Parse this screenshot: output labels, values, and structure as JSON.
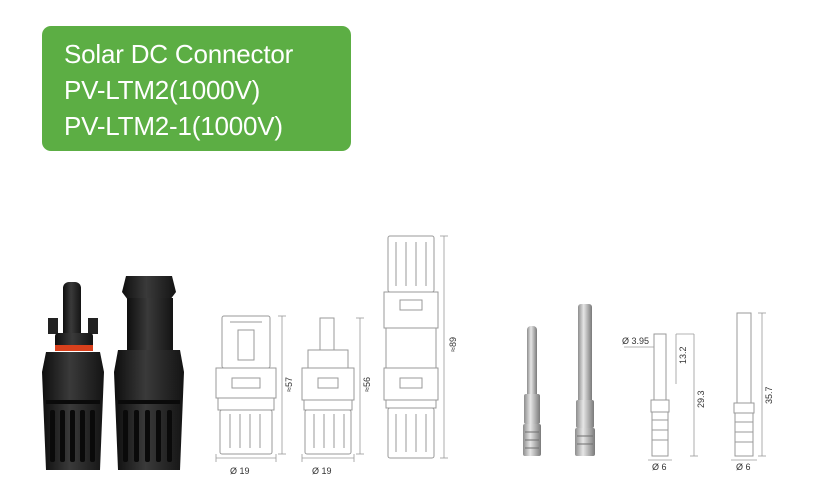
{
  "header": {
    "lines": [
      "Solar DC Connector",
      "PV-LTM2(1000V)",
      "PV-LTM2-1(1000V)"
    ]
  },
  "colors": {
    "accent_green": "#5cae44",
    "photo_black": "#1e1e1e",
    "seal_red": "#d8401c",
    "line_drawing": "#9a9a9a",
    "pin_metal": "#b9b9b9"
  },
  "drawings": {
    "male_connector": {
      "diameter": "Ø 19",
      "length": "≈57"
    },
    "female_connector": {
      "diameter": "Ø 19",
      "length": "≈56"
    },
    "assembled_pair": {
      "length": "≈89"
    },
    "male_pin": {
      "diameter": "Ø 6",
      "tip_diameter": "Ø 3.95",
      "tip_length": "13.2",
      "length": "29.3"
    },
    "female_pin": {
      "diameter": "Ø 6",
      "length": "35.7"
    }
  }
}
